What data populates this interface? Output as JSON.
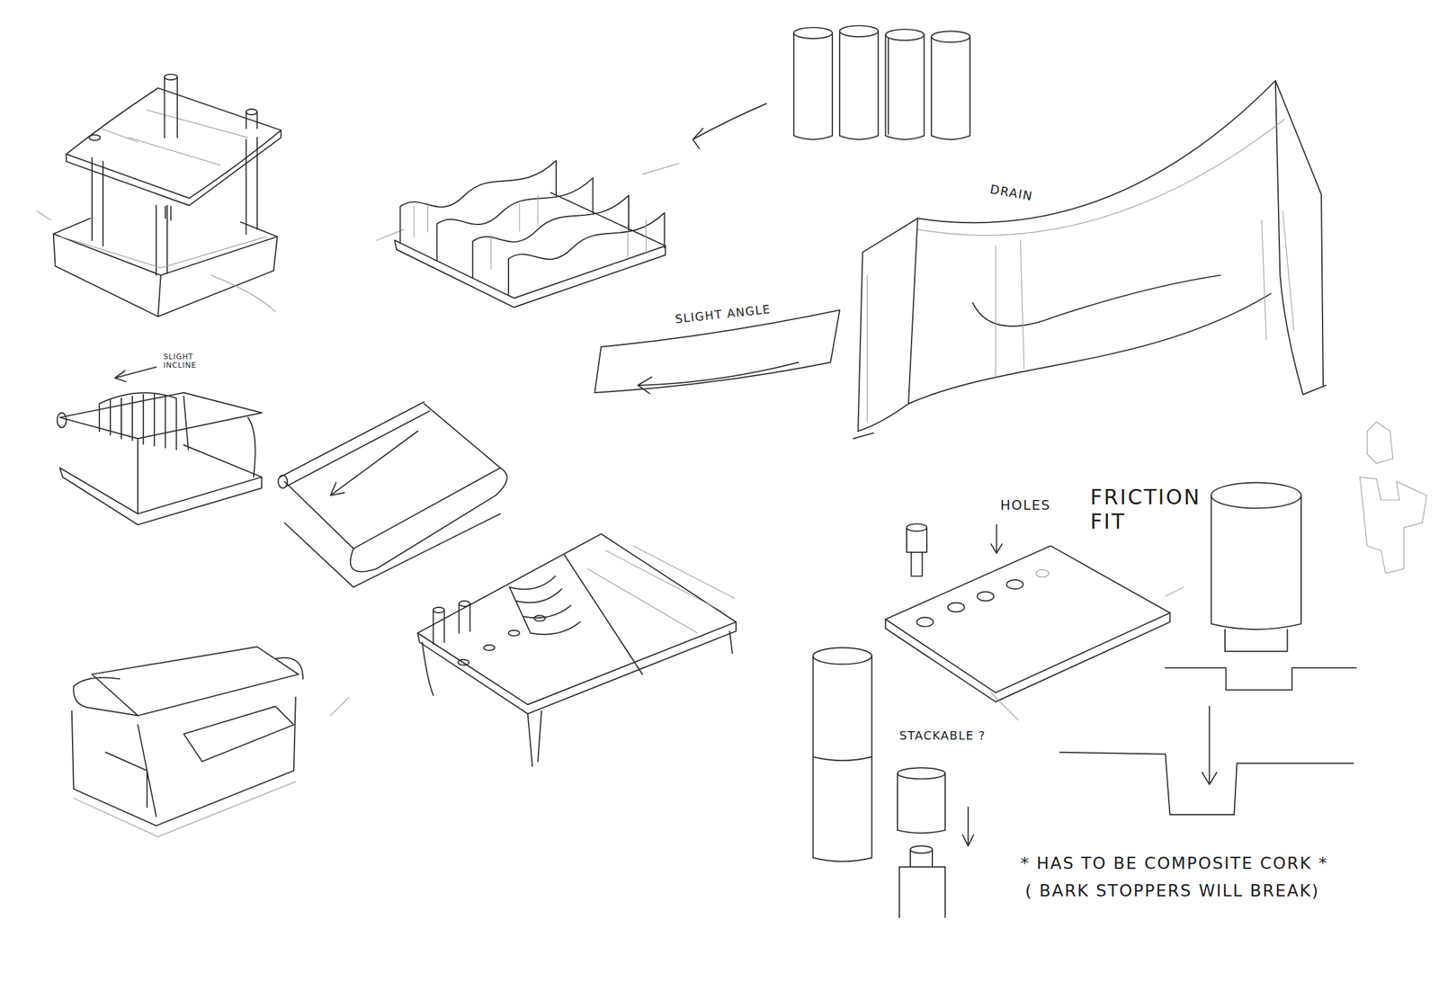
{
  "diagram": {
    "labels": [
      "DRAIN",
      "SLIGHT ANGLE",
      "SLIGHT INCLINE",
      "HOLES",
      "FRICTION FIT",
      "STACKABLE ?",
      "* HAS TO BE COMPOSITE CORK *",
      "( BARK STOPPERS WILL BREAK)"
    ]
  }
}
